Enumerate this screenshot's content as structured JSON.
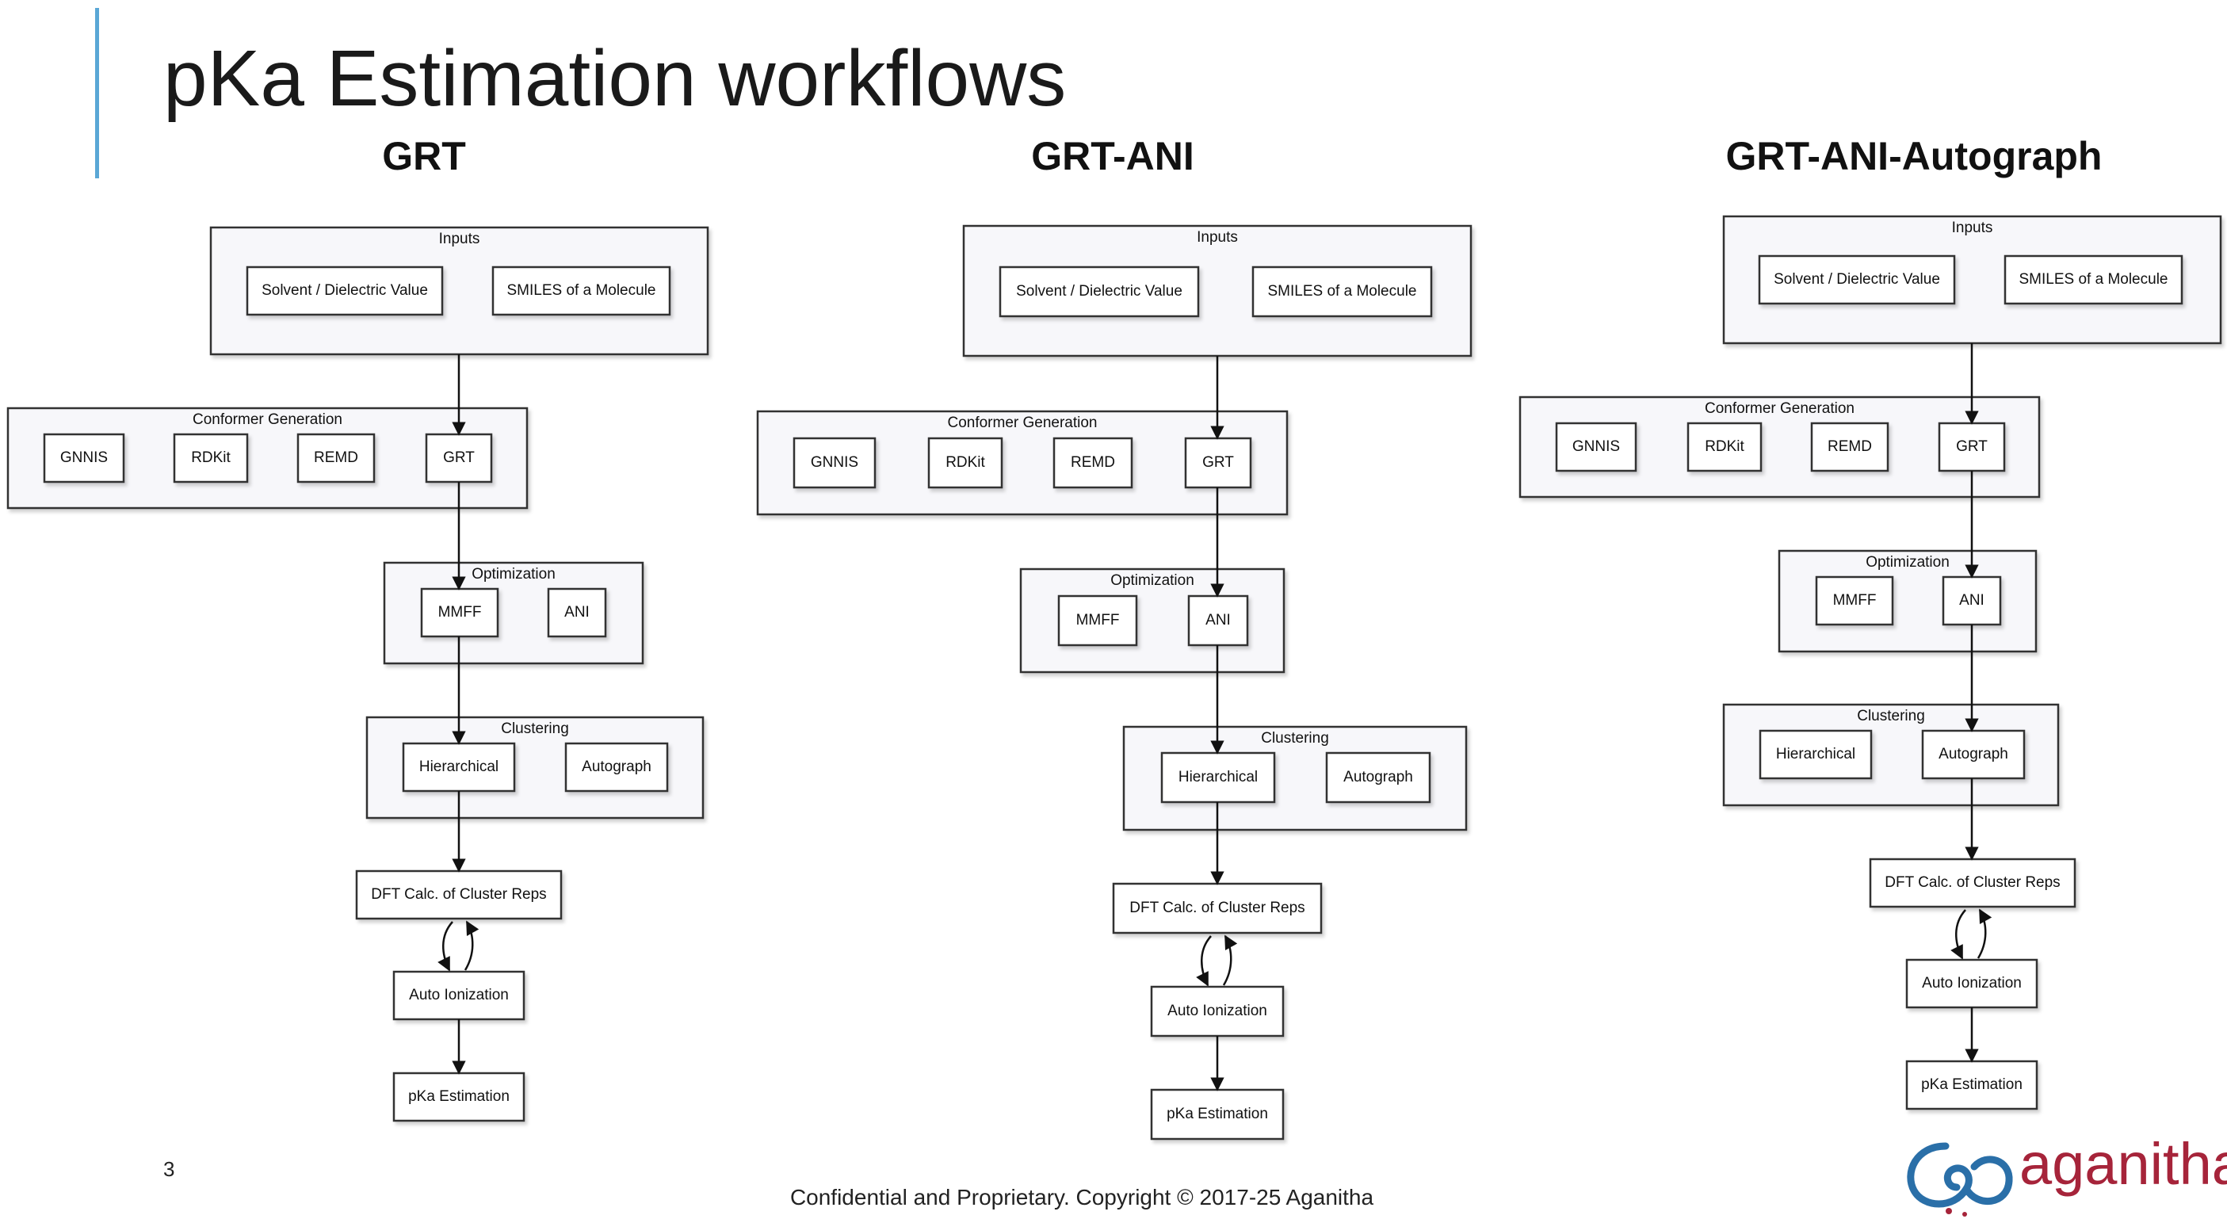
{
  "page": {
    "title": "pKa Estimation workflows",
    "page_number": "3",
    "footer": "Confidential and Proprietary. Copyright © 2017-25 Aganitha",
    "logo_text": "aganitha"
  },
  "colors": {
    "accent": "#5aa7d6",
    "brand": "#a6243a",
    "box_fill": "#f7f7fa",
    "border": "#333333"
  },
  "columns": [
    {
      "title": "GRT",
      "inputs": {
        "label": "Inputs",
        "items": [
          "Solvent / Dielectric Value",
          "SMILES of a Molecule"
        ]
      },
      "conformer": {
        "label": "Conformer Generation",
        "items": [
          "GNNIS",
          "RDKit",
          "REMD",
          "GRT"
        ]
      },
      "optimization": {
        "label": "Optimization",
        "items": [
          "MMFF",
          "ANI"
        ]
      },
      "clustering": {
        "label": "Clustering",
        "items": [
          "Hierarchical",
          "Autograph"
        ]
      },
      "dft": "DFT Calc. of Cluster Reps",
      "auto_ionization": "Auto Ionization",
      "pka": "pKa Estimation"
    },
    {
      "title": "GRT-ANI",
      "inputs": {
        "label": "Inputs",
        "items": [
          "Solvent / Dielectric Value",
          "SMILES of a Molecule"
        ]
      },
      "conformer": {
        "label": "Conformer Generation",
        "items": [
          "GNNIS",
          "RDKit",
          "REMD",
          "GRT"
        ]
      },
      "optimization": {
        "label": "Optimization",
        "items": [
          "MMFF",
          "ANI"
        ]
      },
      "clustering": {
        "label": "Clustering",
        "items": [
          "Hierarchical",
          "Autograph"
        ]
      },
      "dft": "DFT Calc. of Cluster Reps",
      "auto_ionization": "Auto Ionization",
      "pka": "pKa Estimation"
    },
    {
      "title": "GRT-ANI-Autograph",
      "inputs": {
        "label": "Inputs",
        "items": [
          "Solvent / Dielectric Value",
          "SMILES of a Molecule"
        ]
      },
      "conformer": {
        "label": "Conformer Generation",
        "items": [
          "GNNIS",
          "RDKit",
          "REMD",
          "GRT"
        ]
      },
      "optimization": {
        "label": "Optimization",
        "items": [
          "MMFF",
          "ANI"
        ]
      },
      "clustering": {
        "label": "Clustering",
        "items": [
          "Hierarchical",
          "Autograph"
        ]
      },
      "dft": "DFT Calc. of Cluster Reps",
      "auto_ionization": "Auto Ionization",
      "pka": "pKa Estimation"
    }
  ]
}
